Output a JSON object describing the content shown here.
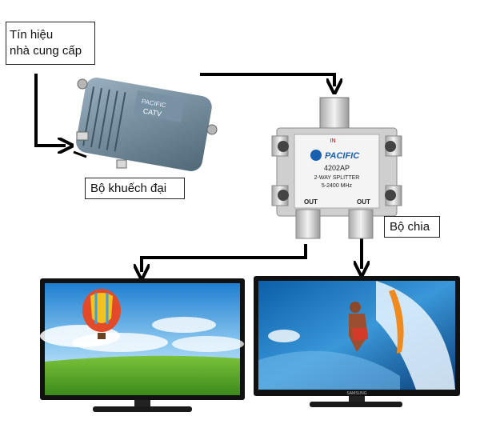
{
  "labels": {
    "source_line1": "Tín hiệu",
    "source_line2": "nhà cung cấp",
    "amplifier": "Bộ khuếch đại",
    "splitter": "Bộ chia"
  },
  "amplifier_device": {
    "brand": "PACIFIC",
    "model": "CATV"
  },
  "splitter_device": {
    "brand": "PACIFIC",
    "model": "4202AP",
    "type": "2-WAY SPLITTER",
    "freq": "5-2400 MHz",
    "in": "IN",
    "out_left": "OUT",
    "out_right": "OUT"
  },
  "tv_right_brand": "SAMSUNG",
  "colors": {
    "line": "#000000",
    "amp_body": "#6f8899",
    "splitter_body": "#d9d9d9",
    "sky_left": "#3d95d8",
    "grass": "#5aa82c",
    "wave": "#1f6fb8"
  }
}
